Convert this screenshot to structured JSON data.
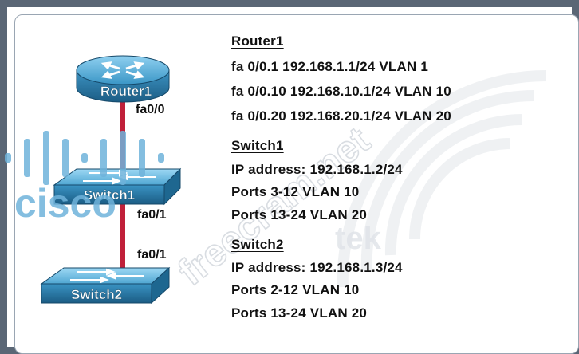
{
  "devices": {
    "router": "Router1",
    "switch1": "Switch1",
    "switch2": "Switch2"
  },
  "ports": {
    "router_fa0_0": "fa0/0",
    "switch1_fa0_1": "fa0/1",
    "switch2_fa0_1": "fa0/1"
  },
  "config": {
    "router1": {
      "heading": "Router1",
      "lines": [
        "fa 0/0.1 192.168.1.1/24 VLAN 1",
        "fa 0/0.10 192.168.10.1/24 VLAN 10",
        "fa 0/0.20 192.168.20.1/24 VLAN 20"
      ]
    },
    "switch1": {
      "heading": "Switch1",
      "lines": [
        "IP address: 192.168.1.2/24",
        "Ports 3-12 VLAN 10",
        "Ports 13-24 VLAN 20"
      ]
    },
    "switch2": {
      "heading": "Switch2",
      "lines": [
        "IP address: 192.168.1.3/24",
        "Ports 2-12 VLAN 10",
        "Ports 13-24 VLAN 20"
      ]
    }
  },
  "watermarks": {
    "cisco": "cisco",
    "site": "freecram.net",
    "brand": "tek"
  },
  "colors": {
    "frame": "#5a6675",
    "link": "#c0203a",
    "device_blue": "#2f86b4",
    "watermark_blue": "#6fb3db"
  }
}
